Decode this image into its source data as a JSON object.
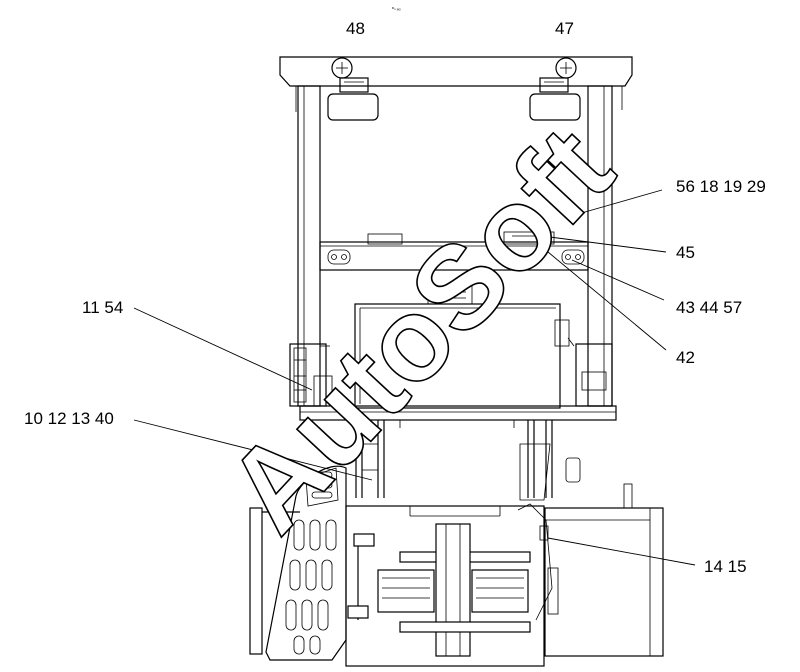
{
  "header_mark": "ᴵᴵᴵₙ ₓₓₓ",
  "watermark": "AutoSoft",
  "callouts": {
    "c48": "48",
    "c47": "47",
    "c56": "56 18 19 29",
    "c45": "45",
    "c43": "43 44 57",
    "c42": "42",
    "c11": "11 54",
    "c10": "10 12 13 40",
    "c14": "14 15"
  }
}
